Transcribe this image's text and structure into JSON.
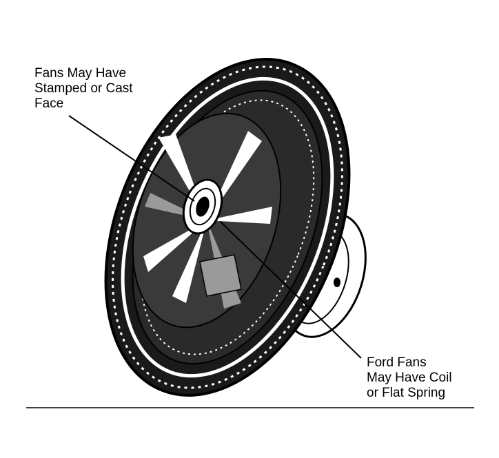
{
  "callouts": {
    "face": {
      "lines": [
        "Fans May Have",
        "Stamped or Cast",
        "Face"
      ]
    },
    "spring": {
      "lines": [
        "Ford Fans",
        "May Have Coil",
        "or Flat Spring"
      ]
    }
  },
  "colors": {
    "ink": "#000000",
    "paper": "#ffffff",
    "shade": "#9a9a9a"
  }
}
